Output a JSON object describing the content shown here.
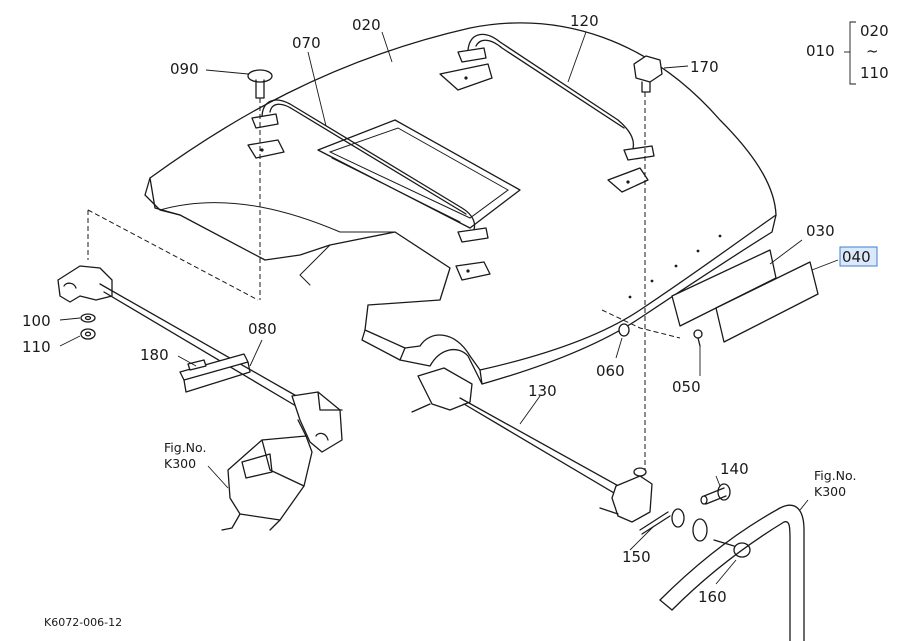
{
  "labels": {
    "p010": "010",
    "p020": "020",
    "p020r": "020",
    "tilde": "~",
    "p110r": "110",
    "p030": "030",
    "p040": "040",
    "p050": "050",
    "p060": "060",
    "p070": "070",
    "p080": "080",
    "p090": "090",
    "p100": "100",
    "p110": "110",
    "p120": "120",
    "p130": "130",
    "p140": "140",
    "p150": "150",
    "p160": "160",
    "p170": "170",
    "p180": "180"
  },
  "figref_left": {
    "line1": "Fig.No.",
    "line2": "K300"
  },
  "figref_right": {
    "line1": "Fig.No.",
    "line2": "K300"
  },
  "diagram_code": "K6072-006-12",
  "selected_part": "040",
  "colors": {
    "ink": "#1a1a1a",
    "selection": "#3f7fd6"
  }
}
